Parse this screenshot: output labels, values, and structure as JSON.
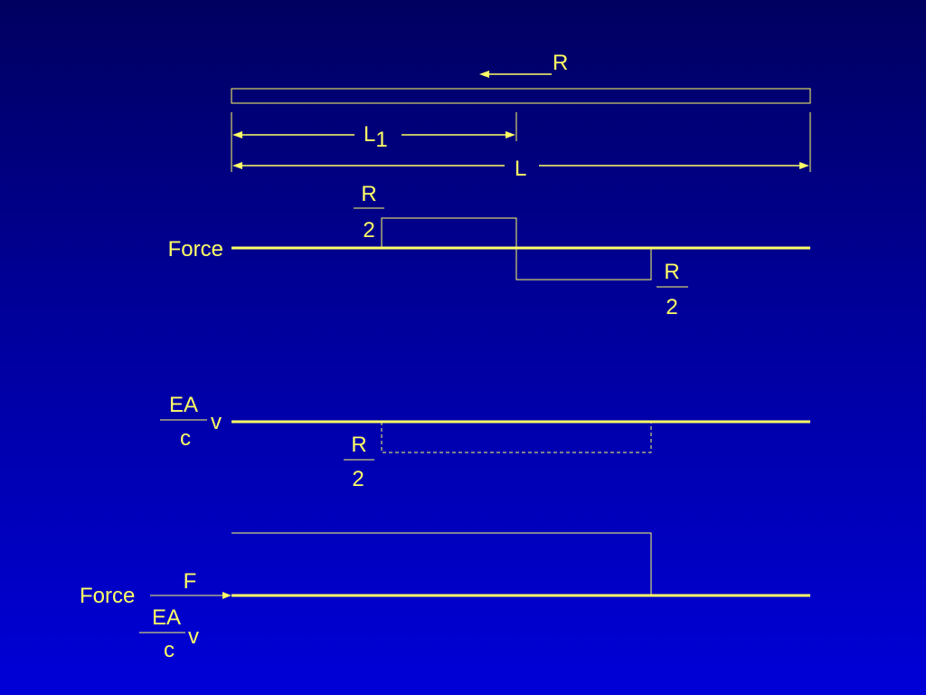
{
  "colors": {
    "stroke": "#ffff66",
    "text": "#ffff66",
    "bg_top": "#000060",
    "bg_bottom": "#0000d8"
  },
  "top": {
    "load_label": "R",
    "segment_label": "L",
    "segment_subscript": "1",
    "length_label": "L"
  },
  "force_diagram": {
    "row_label": "Force",
    "upper_fraction": {
      "numerator": "R",
      "denominator": "2"
    },
    "lower_fraction": {
      "numerator": "R",
      "denominator": "2"
    }
  },
  "velocity_diagram": {
    "coef_numerator": "EA",
    "coef_denominator": "c",
    "variable": "v",
    "fraction": {
      "numerator": "R",
      "denominator": "2"
    }
  },
  "bottom_diagram": {
    "row_label": "Force",
    "arrow_label": "F",
    "coef_numerator": "EA",
    "coef_denominator": "c",
    "variable": "v"
  }
}
